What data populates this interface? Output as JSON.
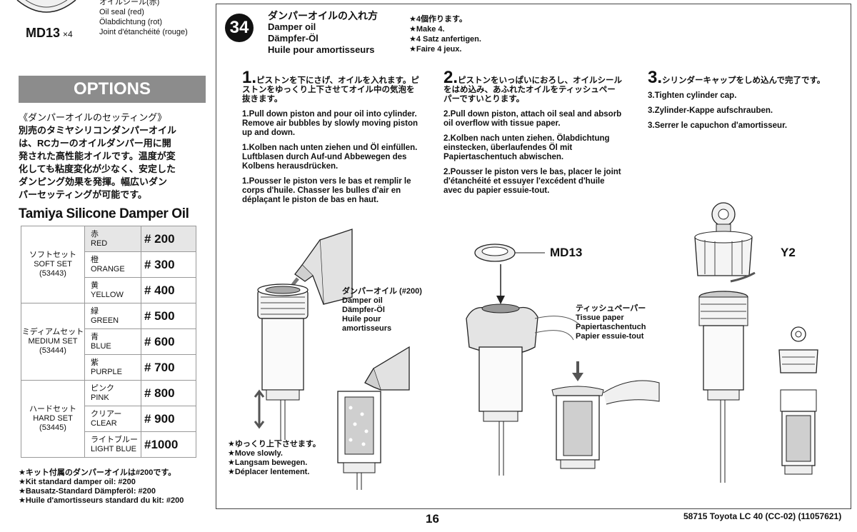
{
  "seal_part": {
    "code": "MD13",
    "qty": "×4",
    "names": [
      "オイルシール(赤)",
      "Oil seal (red)",
      "Ölabdichtung (rot)",
      "Joint d'étanchéité (rouge)"
    ]
  },
  "options": {
    "header": "OPTIONS",
    "title_jp": "《ダンパーオイルのセッティング》",
    "body_jp": [
      "別売のタミヤシリコンダンパーオイル",
      "は、RCカーのオイルダンパー用に開",
      "発された高性能オイルです。温度が変",
      "化しても粘度変化が少なく、安定した",
      "ダンピング効果を発揮。幅広いダン",
      "パーセッティングが可能です。"
    ],
    "product_title": "Tamiya Silicone Damper Oil",
    "sets": [
      {
        "jp": "ソフトセット",
        "en": "SOFT SET",
        "code": "(53443)",
        "rows": [
          {
            "jp": "赤",
            "en": "RED",
            "value": "# 200"
          },
          {
            "jp": "橙",
            "en": "ORANGE",
            "value": "# 300"
          },
          {
            "jp": "黄",
            "en": "YELLOW",
            "value": "# 400"
          }
        ]
      },
      {
        "jp": "ミディアムセット",
        "en": "MEDIUM SET",
        "code": "(53444)",
        "rows": [
          {
            "jp": "緑",
            "en": "GREEN",
            "value": "# 500"
          },
          {
            "jp": "青",
            "en": "BLUE",
            "value": "# 600"
          },
          {
            "jp": "紫",
            "en": "PURPLE",
            "value": "# 700"
          }
        ]
      },
      {
        "jp": "ハードセット",
        "en": "HARD SET",
        "code": "(53445)",
        "rows": [
          {
            "jp": "ピンク",
            "en": "PINK",
            "value": "# 800"
          },
          {
            "jp": "クリアー",
            "en": "CLEAR",
            "value": "# 900"
          },
          {
            "jp": "ライトブルー",
            "en": "LIGHT BLUE",
            "value": "#1000"
          }
        ]
      }
    ],
    "kit_notes": [
      "★キット付属のダンパーオイルは#200です。",
      "★Kit standard damper oil: #200",
      "★Bausatz-Standard Dämpferöl: #200",
      "★Huile d'amortisseurs standard du kit: #200"
    ]
  },
  "step": {
    "number": "34",
    "title_jp": "ダンパーオイルの入れ方",
    "title_en": "Damper oil",
    "title_de": "Dämpfer-Öl",
    "title_fr": "Huile pour amortisseurs",
    "make_note": [
      "★4個作ります。",
      "★Make 4.",
      "★4 Satz anfertigen.",
      "★Faire 4 jeux."
    ],
    "sub1": {
      "num": "1.",
      "jp": "ピストンを下にさげ、オイルを入れます。ピストンをゆっくり上下させてオイル中の気泡を抜きます。",
      "en": "1.Pull down piston and pour oil into cylinder. Remove air bubbles by slowly moving piston up and down.",
      "de": "1.Kolben nach unten ziehen und Öl einfüllen. Luftblasen durch Auf-und Abbewegen des Kolbens herausdrücken.",
      "fr": "1.Pousser le piston vers le bas et remplir le corps d'huile. Chasser les bulles d'air en déplaçant le piston de bas en haut."
    },
    "sub2": {
      "num": "2.",
      "jp": "ピストンをいっぱいにおろし、オイルシールをはめ込み、あふれたオイルをティッシュペーパーですいとります。",
      "en": "2.Pull down piston, attach oil seal and absorb oil overflow with tissue paper.",
      "de": "2.Kolben nach unten ziehen. Ölabdichtung einstecken, überlaufendes Öl mit Papiertaschentuch abwischen.",
      "fr": "2.Pousser le piston vers le bas, placer le joint d'étanchéité et essuyer l'excédent d'huile avec du papier essuie-tout."
    },
    "sub3": {
      "num": "3.",
      "jp": "シリンダーキャップをしめ込んで完了です。",
      "en": "3.Tighten cylinder cap.",
      "de": "3.Zylinder-Kappe aufschrauben.",
      "fr": "3.Serrer le capuchon d'amortisseur."
    },
    "damper_label": [
      "ダンパーオイル (#200)",
      "Damper oil",
      "Dämpfer-Öl",
      "Huile pour",
      "amortisseurs"
    ],
    "md13_label": "MD13",
    "y2_label": "Y2",
    "tissue_label": [
      "ティッシュペーパー",
      "Tissue paper",
      "Papiertaschentuch",
      "Papier essuie-tout"
    ],
    "move_note": [
      "★ゆっくり上下させます。",
      "★Move slowly.",
      "★Langsam bewegen.",
      "★Déplacer lentement."
    ]
  },
  "footer": {
    "page": "16",
    "id": "58715 Toyota LC 40 (CC-02) (11057621)"
  }
}
